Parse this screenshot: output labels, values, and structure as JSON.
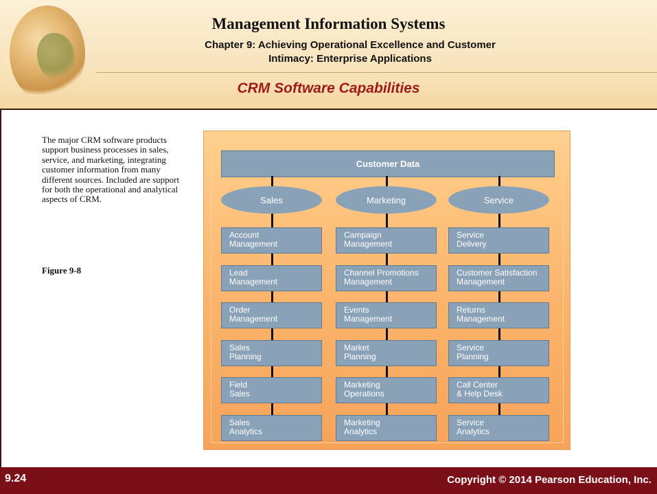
{
  "header": {
    "title": "Management Information Systems",
    "chapter_line1": "Chapter 9: Achieving Operational Excellence and Customer",
    "chapter_line2": "Intimacy: Enterprise Applications",
    "slide_title": "CRM Software Capabilities"
  },
  "left": {
    "description": "The major CRM software products support business processes in sales, service, and marketing, integrating customer information from many different sources. Included are support for both the operational and analytical aspects of CRM.",
    "figure_label": "Figure 9-8"
  },
  "diagram": {
    "customer_data": "Customer Data",
    "columns": [
      {
        "name": "Sales",
        "items": [
          [
            "Account",
            "Management"
          ],
          [
            "Lead",
            "Management"
          ],
          [
            "Order",
            "Management"
          ],
          [
            "Sales",
            "Planning"
          ],
          [
            "Field",
            "Sales"
          ],
          [
            "Sales",
            "Analytics"
          ]
        ]
      },
      {
        "name": "Marketing",
        "items": [
          [
            "Campaign",
            "Management"
          ],
          [
            "Channel Promotions",
            "Management"
          ],
          [
            "Events",
            "Management"
          ],
          [
            "Market",
            "Planning"
          ],
          [
            "Marketing",
            "Operations"
          ],
          [
            "Marketing",
            "Analytics"
          ]
        ]
      },
      {
        "name": "Service",
        "items": [
          [
            "Service",
            "Delivery"
          ],
          [
            "Customer Satisfaction",
            "Management"
          ],
          [
            "Returns",
            "Management"
          ],
          [
            "Service",
            "Planning"
          ],
          [
            "Call Center",
            "& Help Desk"
          ],
          [
            "Service",
            "Analytics"
          ]
        ]
      }
    ]
  },
  "footer": {
    "slide_number": "9.24",
    "copyright": "Copyright © 2014 Pearson Education, Inc."
  },
  "colors": {
    "footer": "#7b0f17",
    "slide_title": "#9b1c17",
    "box": "#8aa2b8",
    "figure_background": "#fbb36a"
  }
}
